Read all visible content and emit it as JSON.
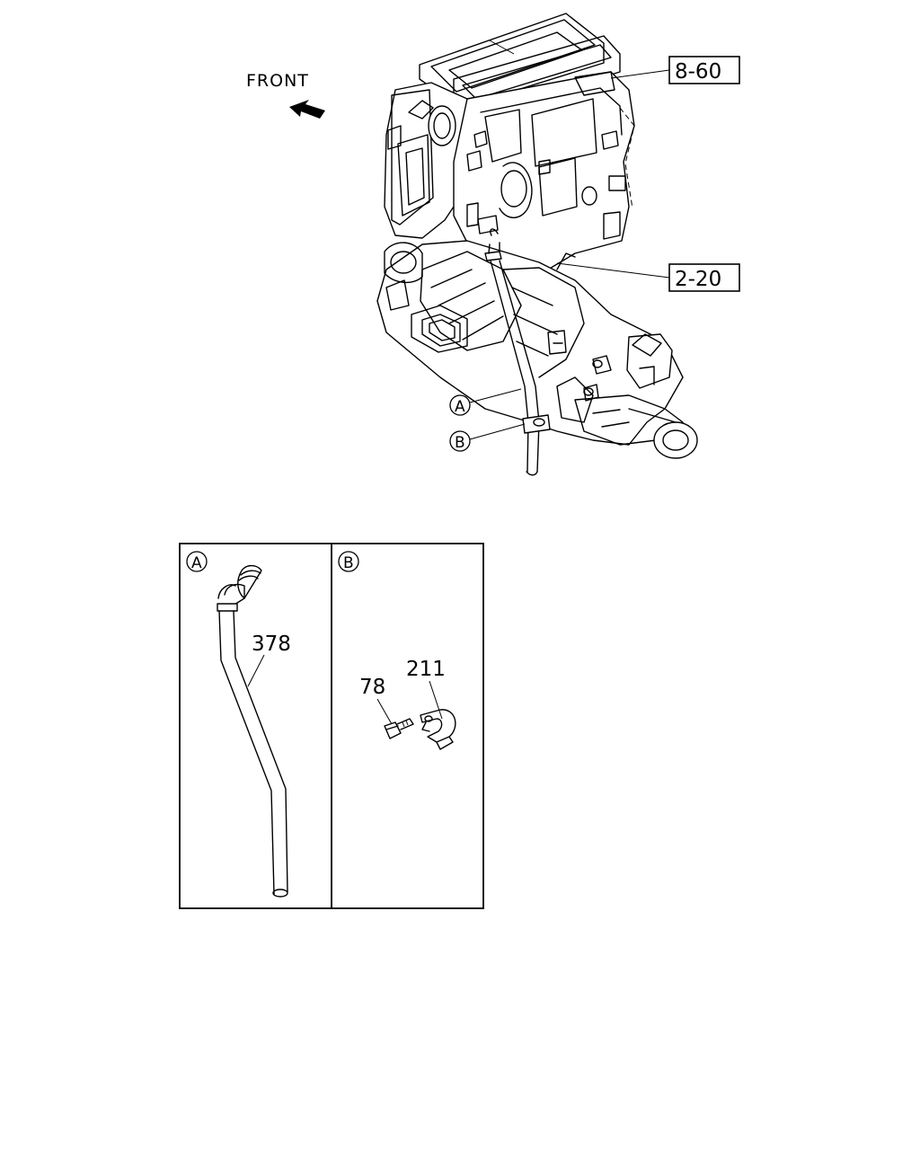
{
  "orientation": {
    "front_label": "FRONT"
  },
  "references": [
    {
      "id": "ref-8-60",
      "label": "8-60"
    },
    {
      "id": "ref-2-20",
      "label": "2-20"
    }
  ],
  "callouts": {
    "a": "A",
    "b": "B"
  },
  "detail_a": {
    "tag": "A",
    "part": "378"
  },
  "detail_b": {
    "tag": "B",
    "parts": [
      "211",
      "78"
    ]
  }
}
